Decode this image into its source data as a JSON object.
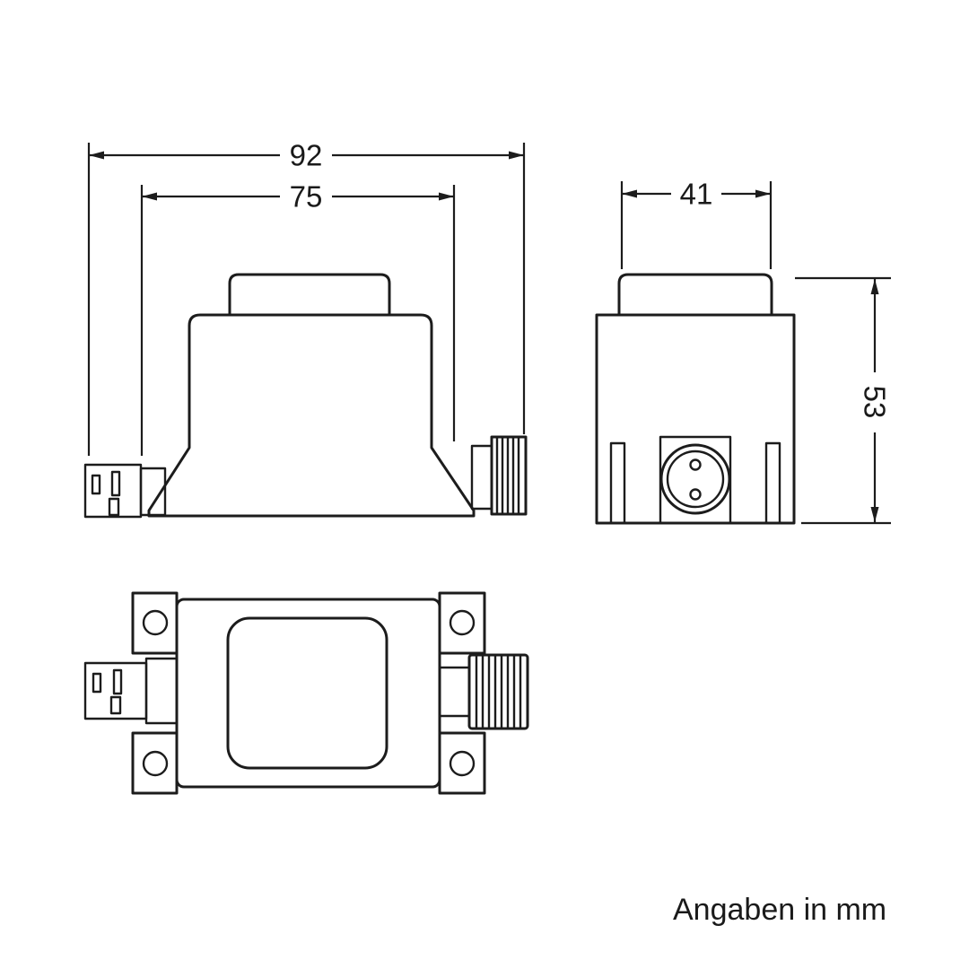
{
  "note": "Angaben in mm",
  "dimensions": {
    "overall_width_mm": "92",
    "base_width_mm": "75",
    "depth_mm": "41",
    "height_mm": "53"
  },
  "colors": {
    "line": "#1c1c1c",
    "background": "#ffffff"
  }
}
